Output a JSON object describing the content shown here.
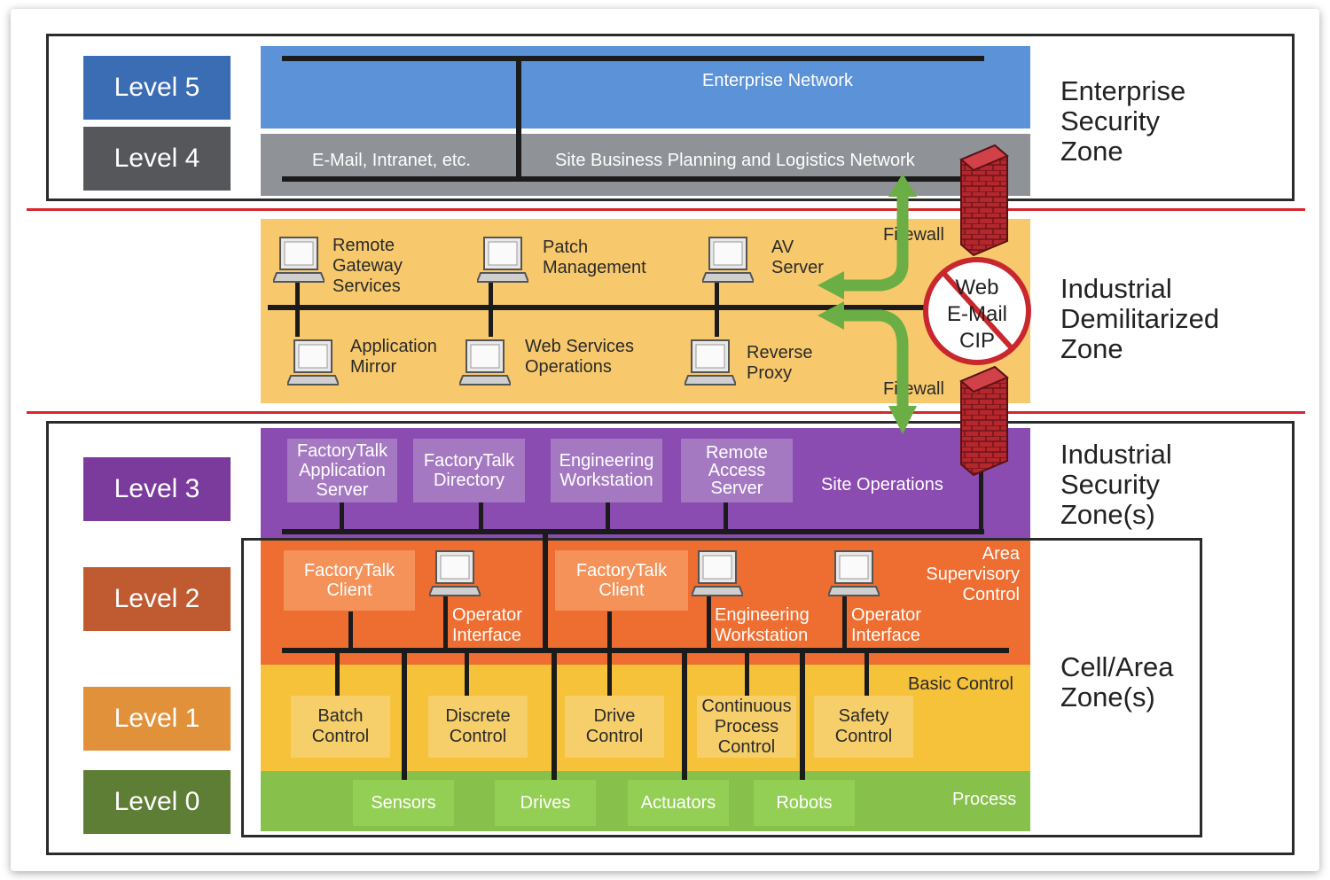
{
  "levels": {
    "l5": "Level 5",
    "l4": "Level 4",
    "l3": "Level 3",
    "l2": "Level 2",
    "l1": "Level 1",
    "l0": "Level 0"
  },
  "zones": {
    "enterprise": [
      "Enterprise",
      "Security",
      "Zone"
    ],
    "dmz": [
      "Industrial",
      "Demilitarized",
      "Zone"
    ],
    "industrial": [
      "Industrial",
      "Security",
      "Zone(s)"
    ],
    "cell": [
      "Cell/Area",
      "Zone(s)"
    ]
  },
  "enterprise": {
    "network": "Enterprise Network",
    "email": "E-Mail, Intranet, etc.",
    "site_business": "Site Business Planning and Logistics Network"
  },
  "dmz": {
    "remote_gateway": [
      "Remote",
      "Gateway",
      "Services"
    ],
    "patch": [
      "Patch",
      "Management"
    ],
    "av": [
      "AV",
      "Server"
    ],
    "app_mirror": [
      "Application",
      "Mirror"
    ],
    "web_services": [
      "Web Services",
      "Operations"
    ],
    "reverse_proxy": [
      "Reverse",
      "Proxy"
    ],
    "firewall_top": "Firewall",
    "firewall_bottom": "Firewall",
    "blocked": [
      "Web",
      "E-Mail",
      "CIP"
    ]
  },
  "level3": {
    "ft_app_server": [
      "FactoryTalk",
      "Application",
      "Server"
    ],
    "ft_directory": [
      "FactoryTalk",
      "Directory"
    ],
    "eng_workstation": [
      "Engineering",
      "Workstation"
    ],
    "remote_access": [
      "Remote",
      "Access",
      "Server"
    ],
    "site_operations": "Site Operations"
  },
  "level2": {
    "ft_client_1": [
      "FactoryTalk",
      "Client"
    ],
    "operator_1": [
      "Operator",
      "Interface"
    ],
    "ft_client_2": [
      "FactoryTalk",
      "Client"
    ],
    "eng_workstation": [
      "Engineering",
      "Workstation"
    ],
    "operator_2": [
      "Operator",
      "Interface"
    ],
    "area_supervisory": [
      "Area",
      "Supervisory",
      "Control"
    ]
  },
  "level1": {
    "basic_control": "Basic Control",
    "batch": [
      "Batch",
      "Control"
    ],
    "discrete": [
      "Discrete",
      "Control"
    ],
    "drive": [
      "Drive",
      "Control"
    ],
    "continuous": [
      "Continuous",
      "Process",
      "Control"
    ],
    "safety": [
      "Safety",
      "Control"
    ]
  },
  "level0": {
    "sensors": "Sensors",
    "drives": "Drives",
    "actuators": "Actuators",
    "robots": "Robots",
    "process": "Process"
  },
  "colors": {
    "level5": "#3a6db4",
    "level4": "#55575b",
    "level3": "#7a3b9c",
    "level2": "#c05a30",
    "level1": "#e2913b",
    "level0": "#5e7d35",
    "enterprise_band": "#5b92d8",
    "site_band": "#8f9297",
    "dmz_band": "#f7c96c",
    "l3_band": "#8a4cb0",
    "l2_band": "#ee6d30",
    "l1_band": "#f5c23a",
    "l0_band": "#87c04b",
    "arrow": "#6aae45",
    "firewall": "#b5272d",
    "zone_line": "#d8262e"
  }
}
